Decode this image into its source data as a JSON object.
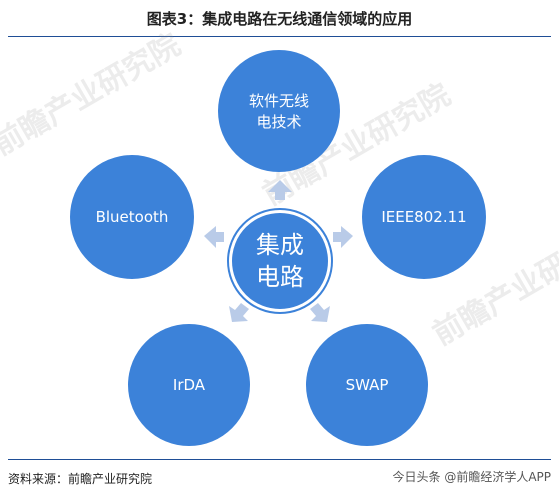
{
  "title": "图表3：集成电路在无线通信领域的应用",
  "center": {
    "line1": "集成",
    "line2": "电路"
  },
  "nodes": {
    "top": {
      "line1": "软件无线",
      "line2": "电技术"
    },
    "left": "Bluetooth",
    "right": "IEEE802.11",
    "bottom_left": "IrDA",
    "bottom_right": "SWAP"
  },
  "watermark": "前瞻产业研究院",
  "source": "资料来源：前瞻产业研究院",
  "logo": "今日头条 @前瞻经济学人APP",
  "colors": {
    "circle": "#3c82d9",
    "arrow": "#b9cbe8",
    "title": "#222222"
  }
}
